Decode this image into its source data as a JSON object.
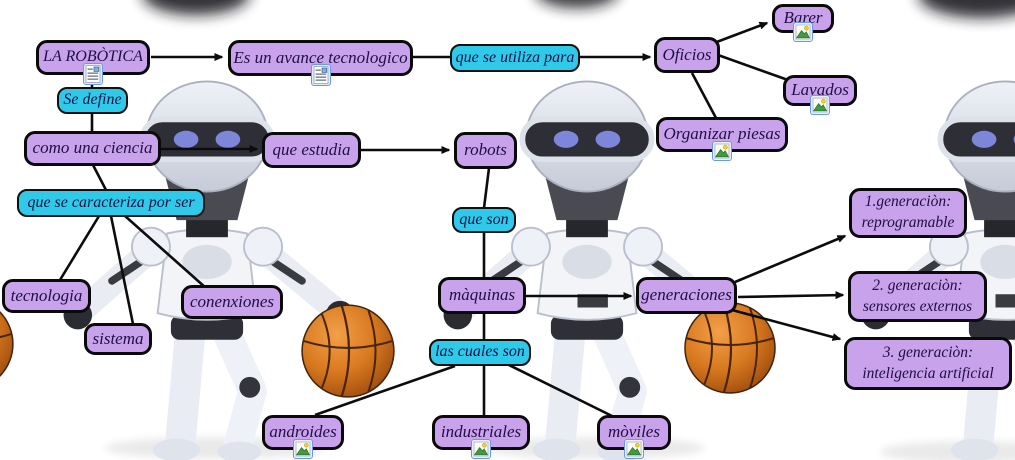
{
  "app": {
    "type": "concept-map-screenshot",
    "topic": "LA ROBÒTICA"
  },
  "colors": {
    "concept_fill": "#c9a2ec",
    "linking_fill": "#2fc9ea",
    "node_border": "#0a0a0a",
    "text": "#1f0f42",
    "connector": "#0c0c0c",
    "basketball": "#d8791f"
  },
  "nodes": {
    "la_robotica": {
      "label": "LA ROBÒTICA",
      "kind": "concept",
      "icon": "document-resource"
    },
    "avance": {
      "label": "Es un avance tecnologico",
      "kind": "concept",
      "icon": "document-resource"
    },
    "que_se_utiliza": {
      "label": "que se utiliza para",
      "kind": "linking-phrase",
      "icon": null
    },
    "oficios": {
      "label": "Oficios",
      "kind": "concept",
      "icon": null
    },
    "barer": {
      "label": "Barer",
      "kind": "concept",
      "icon": "image-resource"
    },
    "lavados": {
      "label": "Lavados",
      "kind": "concept",
      "icon": "image-resource"
    },
    "organizar": {
      "label": "Organizar piesas",
      "kind": "concept",
      "icon": "image-resource"
    },
    "se_define": {
      "label": "Se define",
      "kind": "linking-phrase",
      "icon": null
    },
    "como_una_ciencia": {
      "label": "como una ciencia",
      "kind": "concept",
      "icon": null
    },
    "que_estudia": {
      "label": "que estudia",
      "kind": "concept",
      "icon": null
    },
    "robots": {
      "label": "robots",
      "kind": "concept",
      "icon": null
    },
    "que_se_caracteriza": {
      "label": "que se caracteriza por ser",
      "kind": "linking-phrase",
      "icon": null
    },
    "tecnologia": {
      "label": "tecnologia",
      "kind": "concept",
      "icon": null
    },
    "sistema": {
      "label": "sistema",
      "kind": "concept",
      "icon": null
    },
    "conenxiones": {
      "label": "conenxiones",
      "kind": "concept",
      "icon": null
    },
    "que_son": {
      "label": "que son",
      "kind": "linking-phrase",
      "icon": null
    },
    "maquinas": {
      "label": "màquinas",
      "kind": "concept",
      "icon": null
    },
    "las_cuales_son": {
      "label": "las cuales son",
      "kind": "linking-phrase",
      "icon": null
    },
    "androides": {
      "label": "androides",
      "kind": "concept",
      "icon": "image-resource"
    },
    "industriales": {
      "label": "industriales",
      "kind": "concept",
      "icon": "image-resource"
    },
    "moviles": {
      "label": "mòviles",
      "kind": "concept",
      "icon": "image-resource"
    },
    "generaciones": {
      "label": "generaciones",
      "kind": "concept",
      "icon": null
    },
    "gen1": {
      "label": "1.generaciòn:\nreprogramable",
      "kind": "concept",
      "icon": null
    },
    "gen2": {
      "label": "2. generaciòn:\nsensores externos",
      "kind": "concept",
      "icon": null
    },
    "gen3": {
      "label": "3. generaciòn:\n inteligencia artificial",
      "kind": "concept",
      "icon": null
    }
  },
  "edges": [
    {
      "from": "la_robotica",
      "to": "avance",
      "arrow": true
    },
    {
      "from": "avance",
      "to": "que_se_utiliza",
      "arrow": false
    },
    {
      "from": "que_se_utiliza",
      "to": "oficios",
      "arrow": true
    },
    {
      "from": "oficios",
      "to": "barer",
      "arrow": true
    },
    {
      "from": "oficios",
      "to": "lavados",
      "arrow": false
    },
    {
      "from": "oficios",
      "to": "organizar",
      "arrow": false
    },
    {
      "from": "la_robotica",
      "to": "se_define",
      "arrow": false
    },
    {
      "from": "se_define",
      "to": "como_una_ciencia",
      "arrow": false
    },
    {
      "from": "como_una_ciencia",
      "to": "que_estudia",
      "arrow": true
    },
    {
      "from": "que_estudia",
      "to": "robots",
      "arrow": true
    },
    {
      "from": "como_una_ciencia",
      "to": "que_se_caracteriza",
      "arrow": false
    },
    {
      "from": "que_se_caracteriza",
      "to": "tecnologia",
      "arrow": false
    },
    {
      "from": "que_se_caracteriza",
      "to": "sistema",
      "arrow": false
    },
    {
      "from": "que_se_caracteriza",
      "to": "conenxiones",
      "arrow": false
    },
    {
      "from": "robots",
      "to": "que_son",
      "arrow": false
    },
    {
      "from": "que_son",
      "to": "maquinas",
      "arrow": false
    },
    {
      "from": "maquinas",
      "to": "generaciones",
      "arrow": true
    },
    {
      "from": "maquinas",
      "to": "las_cuales_son",
      "arrow": false
    },
    {
      "from": "las_cuales_son",
      "to": "androides",
      "arrow": false
    },
    {
      "from": "las_cuales_son",
      "to": "industriales",
      "arrow": false
    },
    {
      "from": "las_cuales_son",
      "to": "moviles",
      "arrow": false
    },
    {
      "from": "generaciones",
      "to": "gen1",
      "arrow": true
    },
    {
      "from": "generaciones",
      "to": "gen2",
      "arrow": true
    },
    {
      "from": "generaciones",
      "to": "gen3",
      "arrow": true
    }
  ],
  "background": {
    "robots_count": 3,
    "basketballs_count": 3,
    "description_elements": [
      "robot-illustration",
      "basketball-illustration",
      "blurred-dark-blob"
    ]
  }
}
